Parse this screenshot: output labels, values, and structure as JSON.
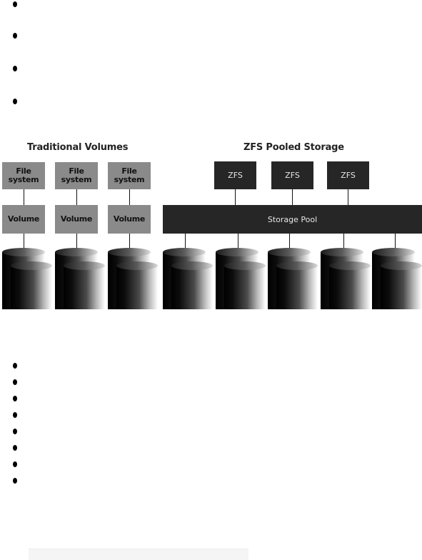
{
  "diagram": {
    "traditional": {
      "title": "Traditional Volumes",
      "stacks": [
        {
          "fs_label": "File\nsystem",
          "volume_label": "Volume"
        },
        {
          "fs_label": "File\nsystem",
          "volume_label": "Volume"
        },
        {
          "fs_label": "File\nsystem",
          "volume_label": "Volume"
        }
      ]
    },
    "zfs": {
      "title": "ZFS Pooled Storage",
      "filesystems": [
        "ZFS",
        "ZFS",
        "ZFS"
      ],
      "pool_label": "Storage Pool",
      "disk_count": 5
    }
  },
  "colors": {
    "fs_box": "#8a8a8a",
    "zfs_box": "#262626",
    "bullet": "#000000"
  }
}
